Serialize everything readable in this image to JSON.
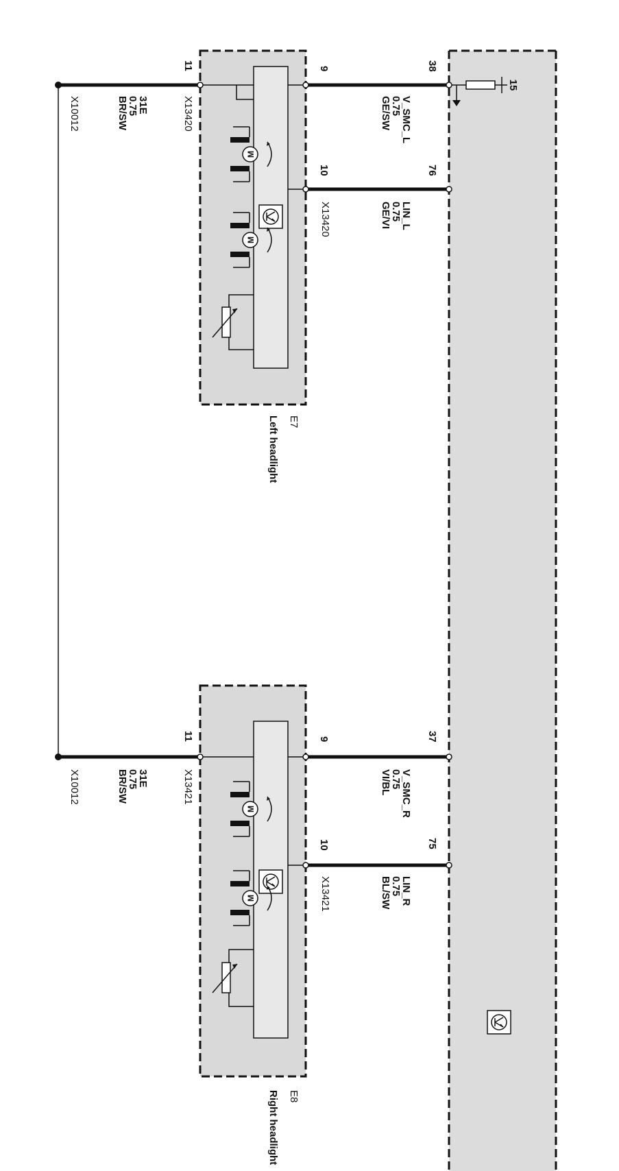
{
  "diagram": {
    "colors": {
      "module_fill": "#dcdcdc",
      "box_fill": "#d9d9d9",
      "inner_fill": "#e8e8e8",
      "line": "#111111"
    },
    "control_module": {
      "supply": {
        "terminal": "15",
        "pin": "38"
      },
      "icon": "transistor-icon"
    },
    "left_headlight": {
      "id": "E7",
      "name": "Left headlight",
      "wires": {
        "v_smc": {
          "module_pin": "38",
          "light_pin": "9",
          "signal": "V_SMC_L",
          "gauge": "0.75",
          "color": "GE/SW"
        },
        "lin": {
          "module_pin": "76",
          "light_pin": "10",
          "signal": "LIN_L",
          "gauge": "0.75",
          "color": "GE/VI",
          "connector": "X13420"
        },
        "ground": {
          "light_pin": "11",
          "connector": "X13420",
          "signal": "31E",
          "gauge": "0.75",
          "color": "BR/SW",
          "ground_point": "X10012"
        }
      }
    },
    "right_headlight": {
      "id": "E8",
      "name": "Right headlight",
      "wires": {
        "v_smc": {
          "module_pin": "37",
          "light_pin": "9",
          "signal": "V_SMC_R",
          "gauge": "0.75",
          "color": "VI/BL"
        },
        "lin": {
          "module_pin": "75",
          "light_pin": "10",
          "signal": "LIN_R",
          "gauge": "0.75",
          "color": "BL/SW",
          "connector": "X13421"
        },
        "ground": {
          "light_pin": "11",
          "connector": "X13421",
          "signal": "31E",
          "gauge": "0.75",
          "color": "BR/SW",
          "ground_point": "X10012"
        }
      }
    }
  }
}
